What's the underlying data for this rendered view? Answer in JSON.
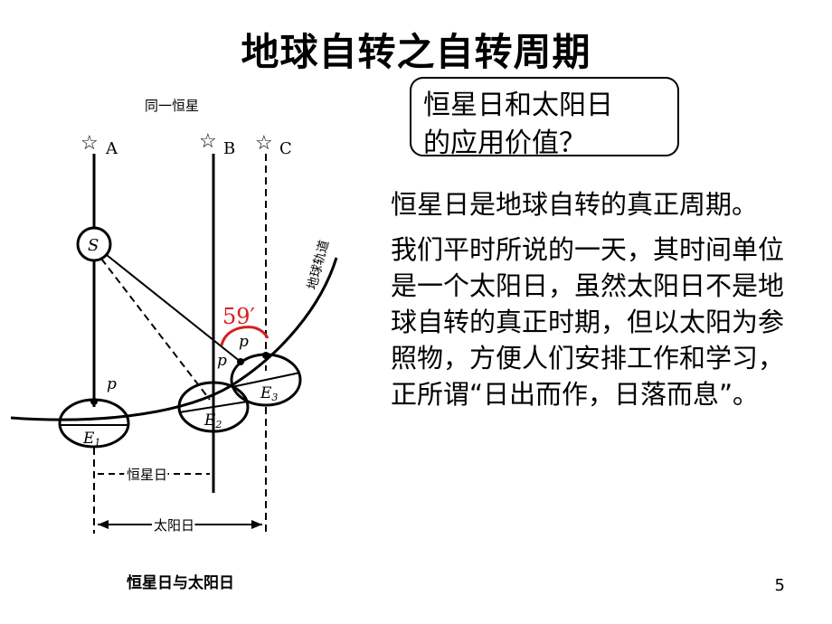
{
  "slide": {
    "title": "地球自转之自转周期",
    "page_number": "5"
  },
  "diagram": {
    "top_caption": "同一恒星",
    "stars": {
      "a": "A",
      "b": "B",
      "c": "C"
    },
    "sun_label": "S",
    "earth": {
      "e1": "E",
      "e1_sub": "1",
      "e2": "E",
      "e2_sub": "2",
      "e3": "E",
      "e3_sub": "3"
    },
    "point_label": "p",
    "orbit_label": "地球轨道",
    "angle_label": "59′",
    "sidereal_day_label": "恒星日",
    "solar_day_label": "太阳日",
    "bottom_caption": "恒星日与太阳日",
    "accent_color": "#d62020"
  },
  "callout": {
    "line1": "恒星日和太阳日",
    "line2": "的应用价值？"
  },
  "body": {
    "paragraph1": "恒星日是地球自转的真正周期。",
    "paragraph2": "我们平时所说的一天，其时间单位是一个太阳日，虽然太阳日不是地球自转的真正时期，但以太阳为参照物，方便人们安排工作和学习，正所谓“日出而作，日落而息”。"
  }
}
